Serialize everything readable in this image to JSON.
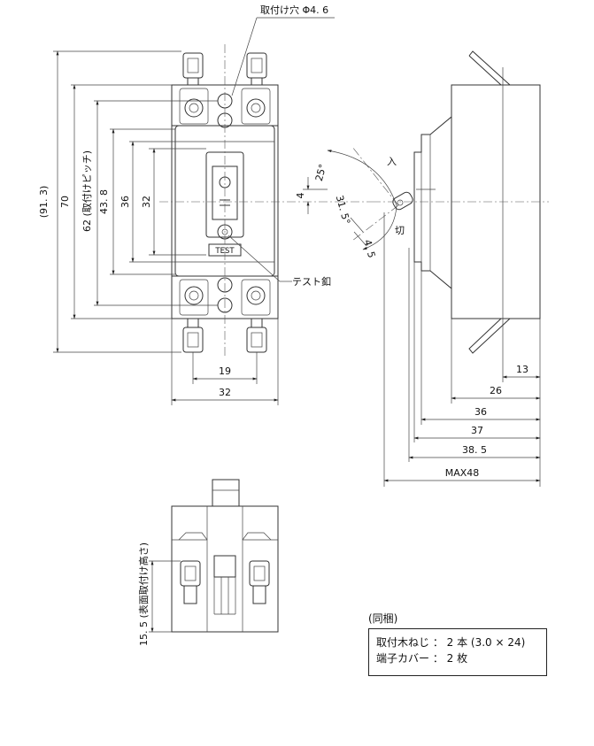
{
  "labels": {
    "mount_hole": "取付け穴 Φ4. 6",
    "test_button": "テスト釦",
    "test_mark": "TEST",
    "on_mark": "入",
    "off_mark": "切",
    "angle_upper": "25°",
    "angle_lower": "31. 5°",
    "offset_4_h": "4",
    "offset_4_5": "4. 5"
  },
  "dims_front": {
    "d_91_3": "(91. 3)",
    "d_70": "70",
    "d_62": "62 (取付けピッチ)",
    "d_43_8": "43. 8",
    "d_36": "36",
    "d_32_v": "32",
    "d_19": "19",
    "d_32_h": "32"
  },
  "dims_side": {
    "d_13": "13",
    "d_26": "26",
    "d_36": "36",
    "d_37": "37",
    "d_38_5": "38. 5",
    "d_max48": "MAX48"
  },
  "dims_bottom": {
    "d_15_5": "15. 5 (表面取付け高さ)"
  },
  "accessories": {
    "title": "(同梱)",
    "line1": "取付木ねじ ： 2 本 (3.0 × 24)",
    "line2": "端子カバー ： 2 枚"
  }
}
